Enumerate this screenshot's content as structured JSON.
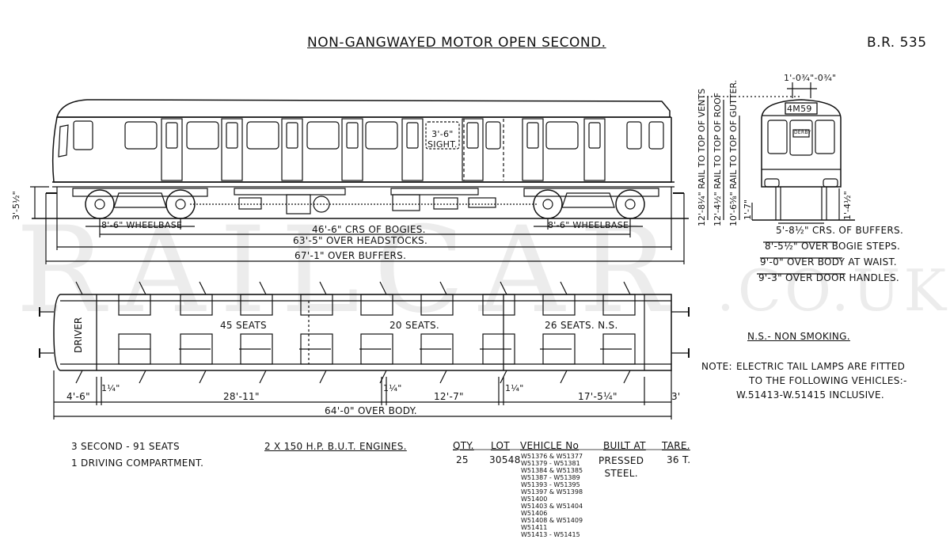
{
  "header": {
    "title": "NON-GANGWAYED MOTOR OPEN SECOND.",
    "code": "B.R. 535"
  },
  "watermark": {
    "main": "RAILCAR",
    "suffix": ".CO.UK"
  },
  "side_view": {
    "window_label": [
      "3'-6\"",
      "SIGHT."
    ],
    "height_left": "3'-5½\"",
    "wheelbase_left": "8'-6\" WHEELBASE",
    "wheelbase_right": "8'-6\" WHEELBASE",
    "bogie_centres": "46'-6\" CRS OF BOGIES.",
    "headstocks": "63'-5\" OVER HEADSTOCKS.",
    "buffers": "67'-1\" OVER BUFFERS."
  },
  "end_view": {
    "headcode": "4M59",
    "destination": "DERBY",
    "top_dims": "1'-0¾\"-0¾\"",
    "vertical_dims": [
      "12'-8¼\" RAIL TO TOP OF VENTS",
      "12'-4½\" RAIL TO TOP OF ROOF",
      "10'-6⅝\" RAIL TO TOP OF GUTTER.",
      "1'-7\""
    ],
    "buffer_height": "1'-4½\"",
    "dims": [
      "5'-8½\" CRS. OF BUFFERS.",
      "8'-5½\" OVER BOGIE STEPS.",
      "9'-0\" OVER BODY AT WAIST.",
      "9'-3\" OVER DOOR HANDLES."
    ]
  },
  "plan_view": {
    "driver": "DRIVER",
    "seats": [
      "45 SEATS",
      "20 SEATS.",
      "26 SEATS. N.S."
    ],
    "dims": [
      "4'-6\"",
      "1¼\"",
      "28'-11\"",
      "1¼\"",
      "12'-7\"",
      "1¼\"",
      "17'-5¼\"",
      "3'"
    ],
    "overall": "64'-0\" OVER BODY."
  },
  "notes": {
    "ns": "N.S.- NON SMOKING.",
    "note_prefix": "NOTE:",
    "note_lines": [
      "ELECTRIC TAIL LAMPS ARE FITTED",
      "TO THE FOLLOWING VEHICLES:-",
      "W.51413-W.51415  INCLUSIVE."
    ]
  },
  "summary": {
    "seats": "3 SECOND - 91 SEATS",
    "compartment": "1 DRIVING COMPARTMENT.",
    "engines": "2 X 150 H.P. B.U.T. ENGINES."
  },
  "table": {
    "headers": [
      "QTY.",
      "LOT",
      "VEHICLE No",
      "BUILT AT",
      "TARE."
    ],
    "qty": "25",
    "lot": "30548",
    "vehicles": [
      "W51376 & W51377",
      "W51379 - W51381",
      "W51384 & W51385",
      "W51387 - W51389",
      "W51393 - W51395",
      "W51397 & W51398",
      "W51400",
      "W51403 & W51404",
      "W51406",
      "W51408 & W51409",
      "W51411",
      "W51413 - W51415"
    ],
    "built_at": [
      "PRESSED",
      "STEEL."
    ],
    "tare": "36 T."
  }
}
